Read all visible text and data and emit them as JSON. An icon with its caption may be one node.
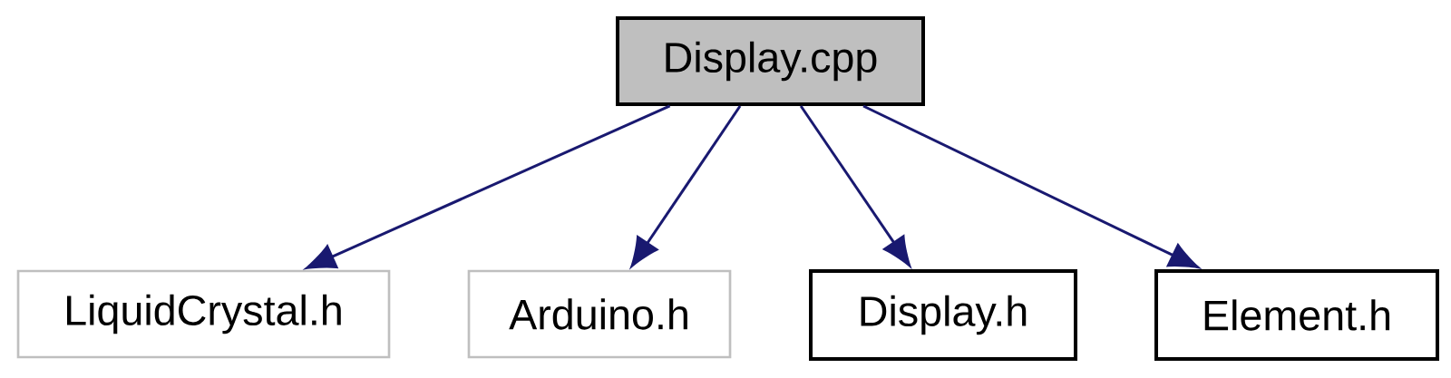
{
  "diagram": {
    "nodes": [
      {
        "text": [
          "Display.cpp"
        ]
      },
      {
        "text": [
          "LiquidCrystal.h"
        ]
      },
      {
        "text": [
          "Arduino.h"
        ]
      },
      {
        "text": [
          "Display.h"
        ]
      },
      {
        "text": [
          "Element.h"
        ]
      }
    ],
    "edges": [
      {
        "from": 0,
        "to": 1,
        "arrow": "to"
      },
      {
        "from": 0,
        "to": 2,
        "arrow": "to"
      },
      {
        "from": 0,
        "to": 3,
        "arrow": "to"
      },
      {
        "from": 0,
        "to": 4,
        "arrow": "to"
      }
    ]
  }
}
